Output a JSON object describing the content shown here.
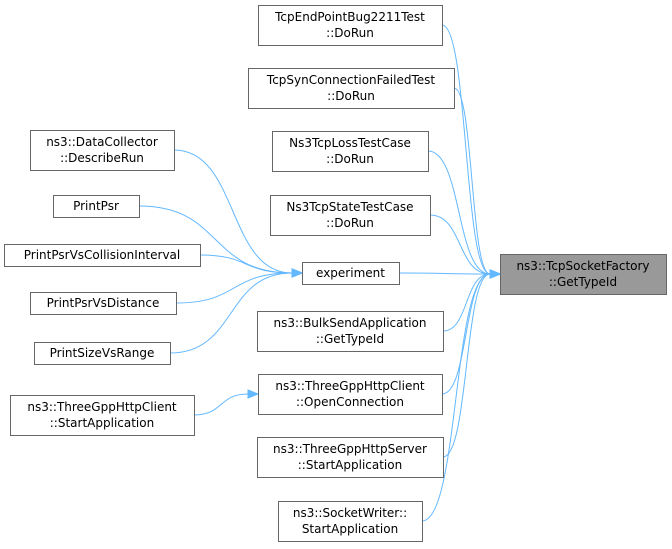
{
  "graph": {
    "root": {
      "id": "root",
      "lines": [
        "ns3::TcpSocketFactory",
        "::GetTypeId"
      ]
    },
    "nodes": [
      {
        "id": "n_endpoint",
        "lines": [
          "TcpEndPointBug2211Test",
          "::DoRun"
        ]
      },
      {
        "id": "n_synfail",
        "lines": [
          "TcpSynConnectionFailedTest",
          "::DoRun"
        ]
      },
      {
        "id": "n_loss",
        "lines": [
          "Ns3TcpLossTestCase",
          "::DoRun"
        ]
      },
      {
        "id": "n_state",
        "lines": [
          "Ns3TcpStateTestCase",
          "::DoRun"
        ]
      },
      {
        "id": "n_experiment",
        "lines": [
          "experiment"
        ]
      },
      {
        "id": "n_bulk",
        "lines": [
          "ns3::BulkSendApplication",
          "::GetTypeId"
        ]
      },
      {
        "id": "n_httpclient",
        "lines": [
          "ns3::ThreeGppHttpClient",
          "::OpenConnection"
        ]
      },
      {
        "id": "n_httpserver",
        "lines": [
          "ns3::ThreeGppHttpServer",
          "::StartApplication"
        ]
      },
      {
        "id": "n_socketwriter",
        "lines": [
          "ns3::SocketWriter::",
          "StartApplication"
        ]
      },
      {
        "id": "n_datacollector",
        "lines": [
          "ns3::DataCollector",
          "::DescribeRun"
        ]
      },
      {
        "id": "n_printpsr",
        "lines": [
          "PrintPsr"
        ]
      },
      {
        "id": "n_printcoll",
        "lines": [
          "PrintPsrVsCollisionInterval"
        ]
      },
      {
        "id": "n_printdist",
        "lines": [
          "PrintPsrVsDistance"
        ]
      },
      {
        "id": "n_printsize",
        "lines": [
          "PrintSizeVsRange"
        ]
      },
      {
        "id": "n_clientstart",
        "lines": [
          "ns3::ThreeGppHttpClient",
          "::StartApplication"
        ]
      }
    ],
    "edges": [
      {
        "from": "n_endpoint",
        "to": "root"
      },
      {
        "from": "n_synfail",
        "to": "root"
      },
      {
        "from": "n_loss",
        "to": "root"
      },
      {
        "from": "n_state",
        "to": "root"
      },
      {
        "from": "n_experiment",
        "to": "root"
      },
      {
        "from": "n_bulk",
        "to": "root"
      },
      {
        "from": "n_httpclient",
        "to": "root"
      },
      {
        "from": "n_httpserver",
        "to": "root"
      },
      {
        "from": "n_socketwriter",
        "to": "root"
      },
      {
        "from": "n_datacollector",
        "to": "n_experiment"
      },
      {
        "from": "n_printpsr",
        "to": "n_experiment"
      },
      {
        "from": "n_printcoll",
        "to": "n_experiment"
      },
      {
        "from": "n_printdist",
        "to": "n_experiment"
      },
      {
        "from": "n_printsize",
        "to": "n_experiment"
      },
      {
        "from": "n_clientstart",
        "to": "n_httpclient"
      }
    ],
    "colors": {
      "edge": "#63b8ff",
      "node_border": "#666666",
      "root_fill": "#999999"
    }
  }
}
